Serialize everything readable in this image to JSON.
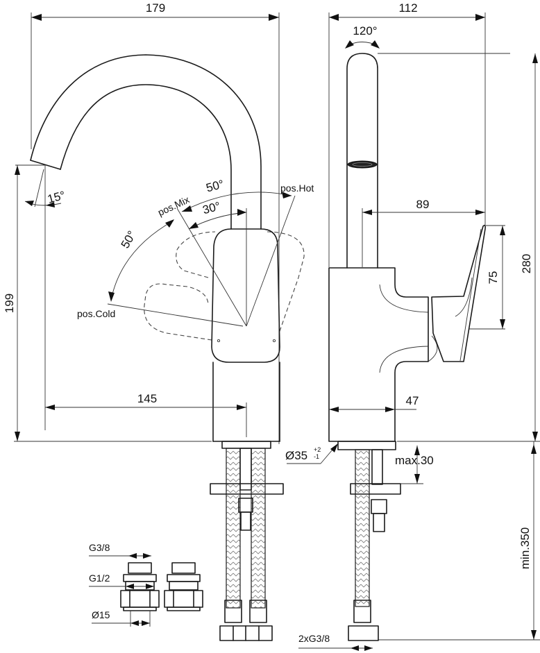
{
  "title": "Basin mixer technical drawing",
  "front_view": {
    "width_label": "179",
    "outlet_height_label": "199",
    "reach_label": "145",
    "outlet_angle_label": "15°",
    "lever_angles": {
      "outer_label": "50°",
      "inner_label": "30°",
      "cold_label": "50°"
    },
    "positions": {
      "mix": "pos.Mix",
      "hot": "pos.Hot",
      "cold": "pos.Cold"
    }
  },
  "side_view": {
    "depth_label": "112",
    "swivel_label": "120°",
    "lever_reach_label": "89",
    "lever_height_label": "75",
    "total_height_label": "280",
    "body_depth_label": "47",
    "base_diameter_label": "Ø35",
    "base_tolerance_plus": "+2",
    "base_tolerance_minus": "-1",
    "max_deck_label": "max.30",
    "hose_length_label": "min.350",
    "hose_connection_label": "2xG3/8"
  },
  "fittings": {
    "thread_small_label": "G3/8",
    "thread_large_label": "G1/2",
    "pipe_diameter_label": "Ø15"
  }
}
